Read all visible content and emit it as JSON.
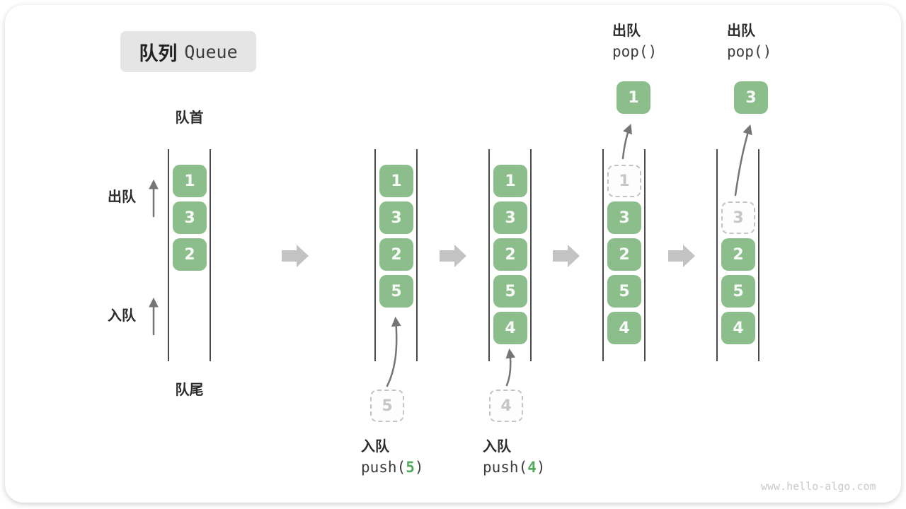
{
  "title": {
    "zh": "队列",
    "en": "Queue"
  },
  "labels": {
    "front": "队首",
    "rear": "队尾",
    "dequeue": "出队",
    "enqueue": "入队"
  },
  "queues": [
    {
      "items": [
        "1",
        "3",
        "2"
      ]
    },
    {
      "items": [
        "1",
        "3",
        "2",
        "5"
      ],
      "staging": "5"
    },
    {
      "items": [
        "1",
        "3",
        "2",
        "5",
        "4"
      ],
      "staging": "4"
    },
    {
      "dashed": "1",
      "items": [
        "3",
        "2",
        "5",
        "4"
      ],
      "popped": "1"
    },
    {
      "dashed": "3",
      "items": [
        "2",
        "5",
        "4"
      ],
      "popped": "3"
    }
  ],
  "operations": {
    "push5": {
      "label": "入队",
      "fn": "push(",
      "arg": "5",
      "close": ")"
    },
    "push4": {
      "label": "入队",
      "fn": "push(",
      "arg": "4",
      "close": ")"
    },
    "pop1": {
      "label": "出队",
      "code": "pop()"
    },
    "pop2": {
      "label": "出队",
      "code": "pop()"
    }
  },
  "watermark": "www.hello-algo.com",
  "colors": {
    "box_green": "#8cbe8c",
    "arg_green": "#52a85a",
    "block_arrow_gray": "#c3c3c3",
    "thin_arrow_gray": "#757575",
    "title_bg": "#e5e5e5",
    "dashed_gray": "#c4c4c4",
    "queue_wall": "#4a4a4a"
  }
}
